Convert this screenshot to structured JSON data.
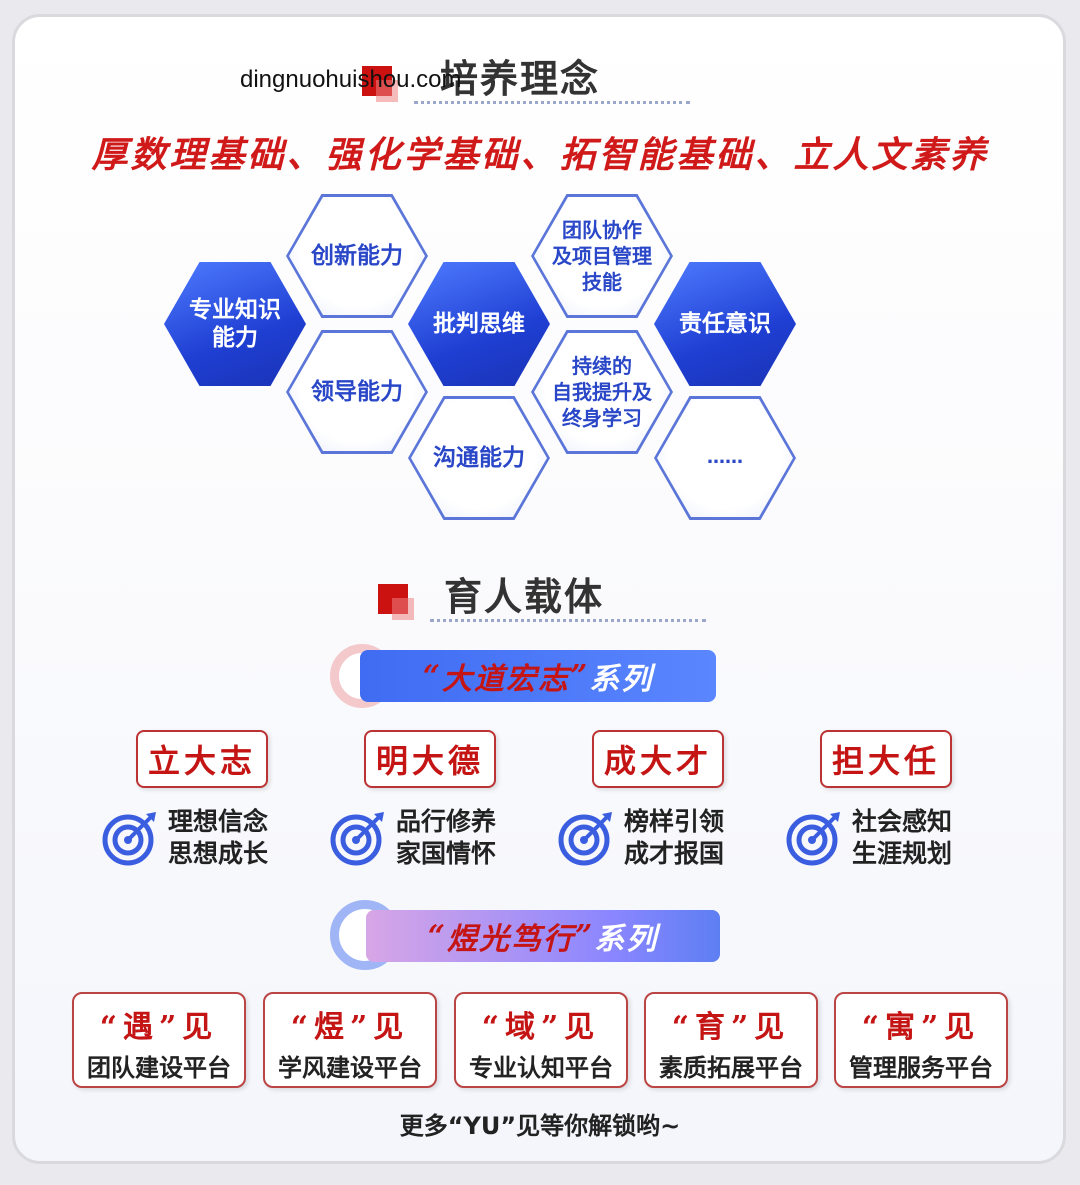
{
  "watermark": "dingnuohuishou.com",
  "section1": {
    "title": "培养理念"
  },
  "slogan": "厚数理基础、强化学基础、拓智能基础、立人文素养",
  "hexagons": [
    {
      "label": "专业知识能力",
      "line1": "专业知识",
      "line2": "能力"
    },
    {
      "label": "创新能力"
    },
    {
      "label": "领导能力"
    },
    {
      "label": "批判思维"
    },
    {
      "label": "沟通能力"
    },
    {
      "label": "团队协作及项目管理技能",
      "line1": "团队协作",
      "line2": "及项目管理",
      "line3": "技能"
    },
    {
      "label": "持续的自我提升及终身学习",
      "line1": "持续的",
      "line2": "自我提升及",
      "line3": "终身学习"
    },
    {
      "label": "责任意识"
    },
    {
      "label": "……"
    }
  ],
  "section2": {
    "title": "育人载体"
  },
  "series1": {
    "open_quote": "“",
    "name": "大道宏志",
    "close_quote": "”",
    "suffix": "系列"
  },
  "pillars": [
    {
      "title": "立大志",
      "line1": "理想信念",
      "line2": "思想成长"
    },
    {
      "title": "明大德",
      "line1": "品行修养",
      "line2": "家国情怀"
    },
    {
      "title": "成大才",
      "line1": "榜样引领",
      "line2": "成才报国"
    },
    {
      "title": "担大任",
      "line1": "社会感知",
      "line2": "生涯规划"
    }
  ],
  "series2": {
    "open_quote": "“",
    "name": "煜光笃行",
    "close_quote": "”",
    "suffix": "系列"
  },
  "platforms": [
    {
      "key": "“遇”见",
      "name": "团队建设平台"
    },
    {
      "key": "“煜”见",
      "name": "学风建设平台"
    },
    {
      "key": "“域”见",
      "name": "专业认知平台"
    },
    {
      "key": "“育”见",
      "name": "素质拓展平台"
    },
    {
      "key": "“寓”见",
      "name": "管理服务平台"
    }
  ],
  "footer": "更多“YU”见等你解锁哟~",
  "colors": {
    "accent_red": "#cc1111",
    "hex_blue": "#1f3fd3",
    "outline_blue": "#5b76d8"
  }
}
